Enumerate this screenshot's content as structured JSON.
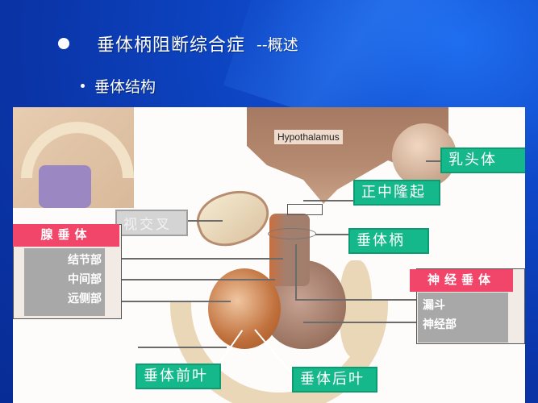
{
  "slide": {
    "title": "垂体柄阻断综合症",
    "title_suffix": "--概述",
    "subtitle": "垂体结构"
  },
  "figure": {
    "english_label": "Hypothalamus",
    "labels": {
      "mammillary_body": "乳头体",
      "median_eminence": "正中隆起",
      "optic_chiasm": "视交叉",
      "pituitary_stalk": "垂体柄",
      "anterior_lobe": "垂体前叶",
      "posterior_lobe": "垂体后叶"
    },
    "adenohypophysis": {
      "header": "腺垂体",
      "parts": [
        "结节部",
        "中间部",
        "远侧部"
      ]
    },
    "neurohypophysis": {
      "header": "神经垂体",
      "parts": [
        "漏斗",
        "神经部"
      ]
    }
  },
  "colors": {
    "background_blue": "#0a35a8",
    "label_green": "#14b88a",
    "label_red": "#f2456a",
    "label_gray": "#a8a8a8"
  }
}
